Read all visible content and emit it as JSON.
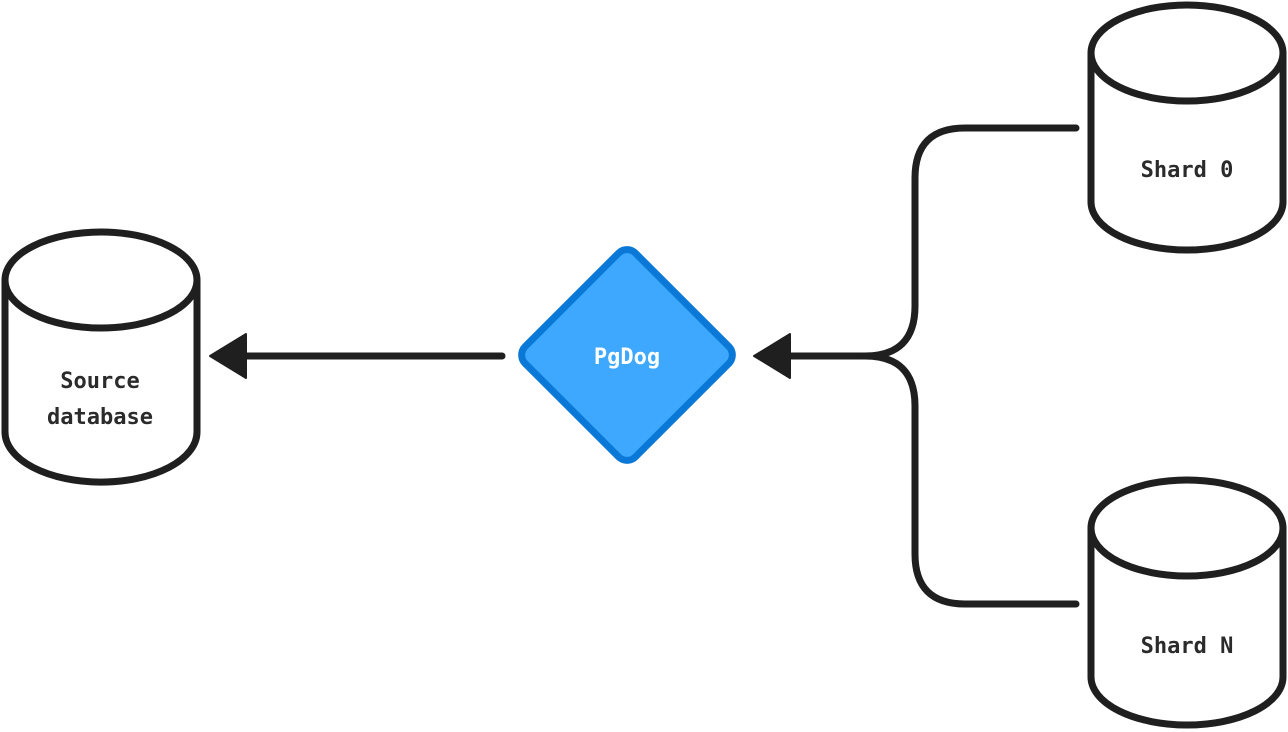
{
  "nodes": {
    "source": {
      "line1": "Source",
      "line2": "database"
    },
    "hub": {
      "label": "PgDog"
    },
    "shard_top": {
      "label": "Shard 0"
    },
    "shard_bottom": {
      "label": "Shard N"
    }
  },
  "colors": {
    "stroke": "#1f1f1f",
    "hub_fill": "#3ea8ff",
    "hub_border": "#0a78d6",
    "background": "#ffffff"
  }
}
